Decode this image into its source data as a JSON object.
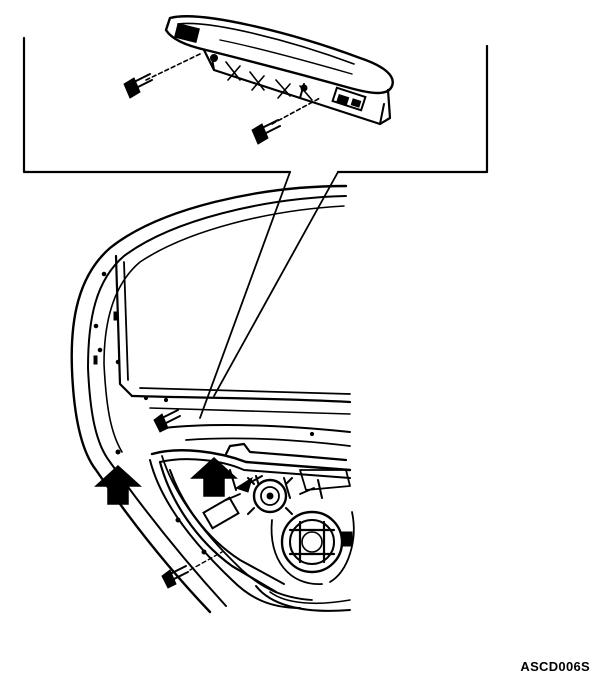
{
  "figure": {
    "reference_code": "ASCD006S"
  },
  "colors": {
    "ink": "#000000",
    "paper": "#ffffff"
  },
  "parts": [
    {
      "id": "outside-door-handle",
      "icon": "door-handle-icon"
    },
    {
      "id": "handle-bolt-front",
      "icon": "bolt-icon"
    },
    {
      "id": "handle-bolt-rear",
      "icon": "bolt-icon"
    },
    {
      "id": "door-frame",
      "icon": "door-frame-icon"
    },
    {
      "id": "window-regulator",
      "icon": "regulator-icon"
    },
    {
      "id": "regulator-motor",
      "icon": "motor-icon"
    },
    {
      "id": "speaker",
      "icon": "speaker-icon"
    },
    {
      "id": "direction-arrow-left",
      "icon": "arrow-up-icon"
    },
    {
      "id": "direction-arrow-right",
      "icon": "arrow-up-icon"
    }
  ]
}
